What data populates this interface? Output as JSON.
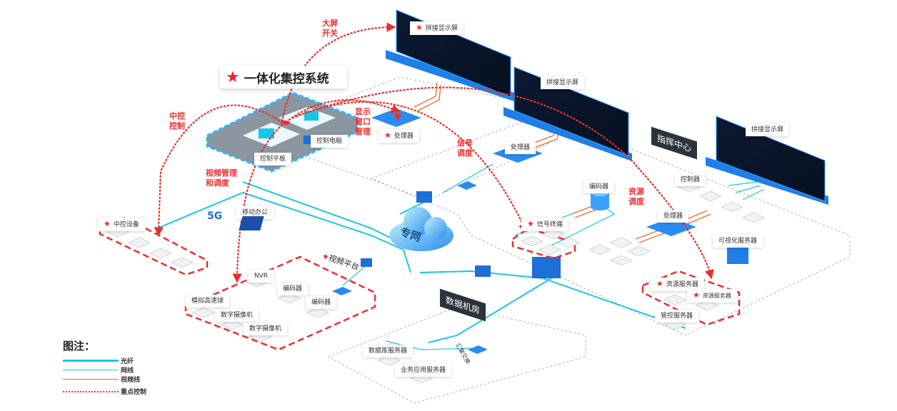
{
  "title": "一体化集控系统",
  "zones": {
    "command_center": "指挥中心",
    "data_room": "数据机房"
  },
  "labels": {
    "screen1": "拼接显示屏",
    "screen2": "拼接显示屏",
    "screen3": "拼接显示屏",
    "control_pc": "控制电脑",
    "control_tablet": "控制平板",
    "processor_main": "处理器",
    "processor_mid": "处理器",
    "processor_right": "处理器",
    "central_devices": "中控设备",
    "mobile_office": "移动办公",
    "network_5g": "5G",
    "private_network": "专网",
    "video_platform": "视频平台",
    "nvr": "NVR",
    "encoder1": "编码器",
    "encoder2": "编码器",
    "encoder_center": "编码器",
    "analog_dome": "模拟高速球",
    "digital_camera1": "数字摄像机",
    "digital_camera2": "数字摄像机",
    "signal_terminal": "信号终端",
    "controller": "控制器",
    "visual_server": "可视化服务器",
    "resource_server1": "资源服务器",
    "resource_server2": "资源服务器",
    "mgmt_server": "管控服务器",
    "db_server": "数据库服务器",
    "app_server": "业务应用服务器",
    "agg_switch": "汇聚交换"
  },
  "annotations": {
    "screen_switch": [
      "大屏",
      "开关"
    ],
    "central_control": [
      "中控",
      "控制"
    ],
    "display_window": [
      "显示",
      "窗口",
      "管理"
    ],
    "signal_dispatch": [
      "信号",
      "调度"
    ],
    "video_mgmt": [
      "视频管理",
      "和调度"
    ],
    "resource_dispatch": [
      "资源",
      "调度"
    ]
  },
  "legend": {
    "title": "图注：",
    "items": [
      {
        "label": "光纤",
        "color": "#19c6e6",
        "style": "thick"
      },
      {
        "label": "网线",
        "color": "#19c6e6",
        "style": "thin"
      },
      {
        "label": "视频线",
        "color": "#f4692a",
        "style": "thin"
      },
      {
        "label": "重点控制",
        "color": "#ee2d2d",
        "style": "dotted-arrow"
      }
    ]
  },
  "colors": {
    "accent_red": "#ee2d2d",
    "fiber_cyan": "#19c6e6",
    "video_orange": "#f4692a",
    "device_blue": "#1e7fe8",
    "zone_dark": "#2c333a"
  }
}
